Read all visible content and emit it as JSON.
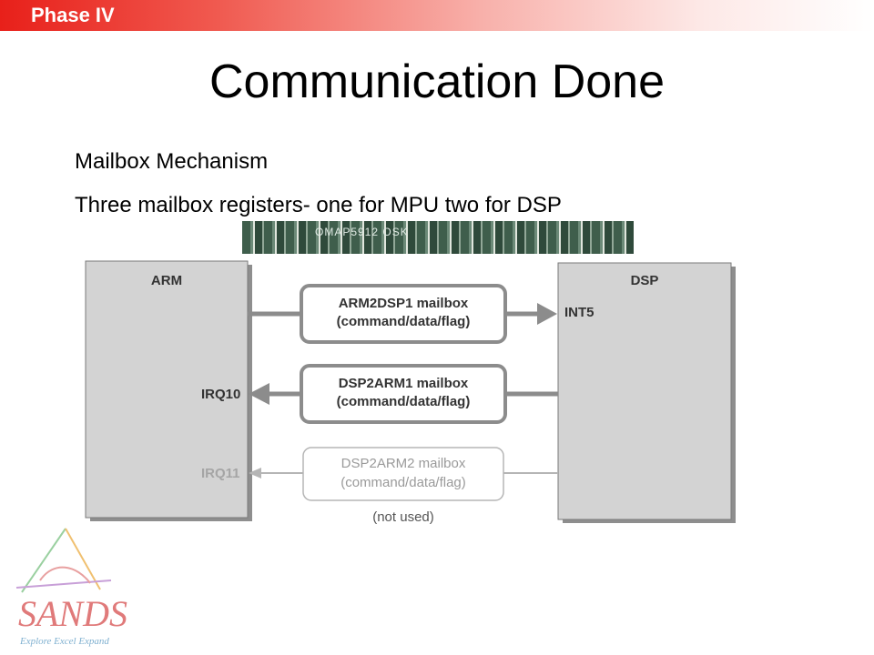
{
  "header": {
    "phase_label": "Phase IV"
  },
  "slide": {
    "title": "Communication Done",
    "bullets": [
      "Mailbox Mechanism",
      "Three mailbox registers- one for MPU two for DSP"
    ]
  },
  "board_photo": {
    "label": "OMAP5912 OSK"
  },
  "diagram": {
    "arm_label": "ARM",
    "dsp_label": "DSP",
    "mailboxes": [
      {
        "name": "ARM2DSP1 mailbox",
        "sub": "(command/data/flag)",
        "interrupt": "INT5"
      },
      {
        "name": "DSP2ARM1 mailbox",
        "sub": "(command/data/flag)",
        "interrupt": "IRQ10"
      },
      {
        "name": "DSP2ARM2 mailbox",
        "sub": "(command/data/flag)",
        "interrupt": "IRQ11",
        "note": "(not used)"
      }
    ]
  },
  "logo": {
    "text": "SANDS",
    "tagline": "Explore Excel Expand"
  },
  "colors": {
    "phase_bar": "#e8201a",
    "block_fill": "#d3d3d3",
    "active_line": "#8c8c8c",
    "inactive_line": "#b5b5b5",
    "logo_text": "#e07a7a"
  }
}
